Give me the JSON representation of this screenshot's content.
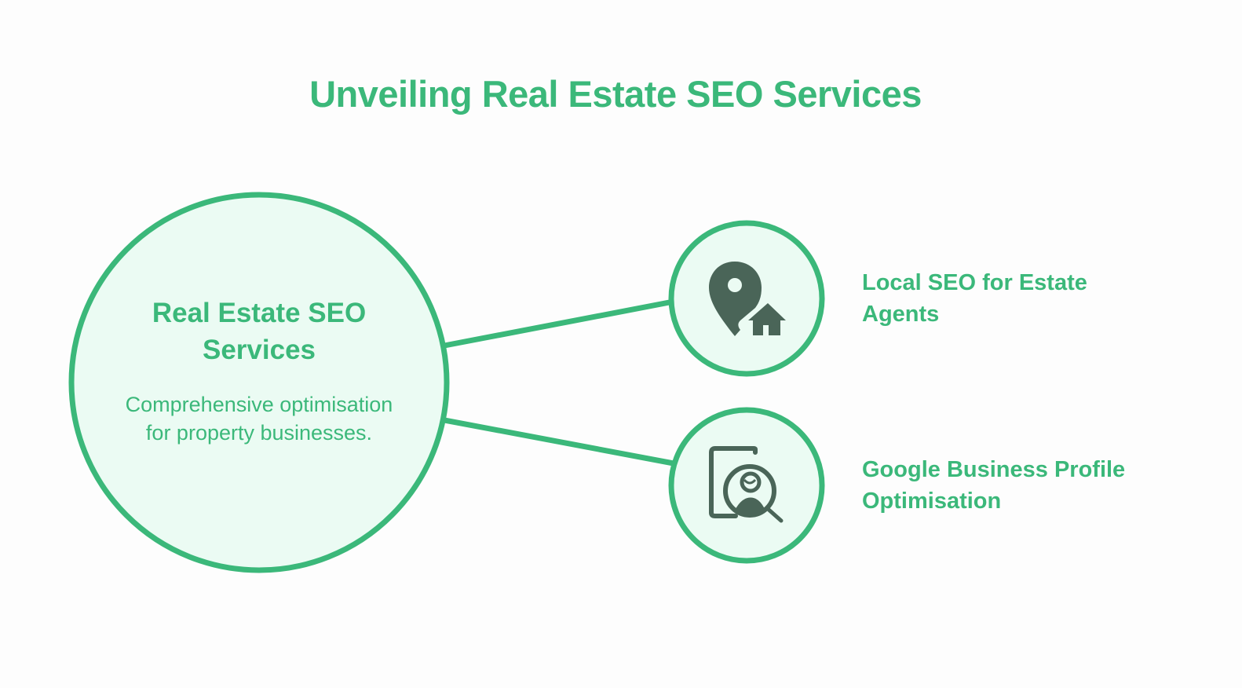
{
  "title": "Unveiling Real Estate SEO Services",
  "colors": {
    "accent": "#3bb87a",
    "circle_fill": "#ebfbf3",
    "icon": "#4a6558",
    "background": "#fdfdfd"
  },
  "center_node": {
    "title": "Real Estate SEO Services",
    "description": "Comprehensive optimisation for property businesses."
  },
  "branches": [
    {
      "label": "Local SEO for Estate Agents",
      "icon": "location-pin-house-icon"
    },
    {
      "label": "Google Business Profile Optimisation",
      "icon": "profile-search-icon"
    }
  ]
}
